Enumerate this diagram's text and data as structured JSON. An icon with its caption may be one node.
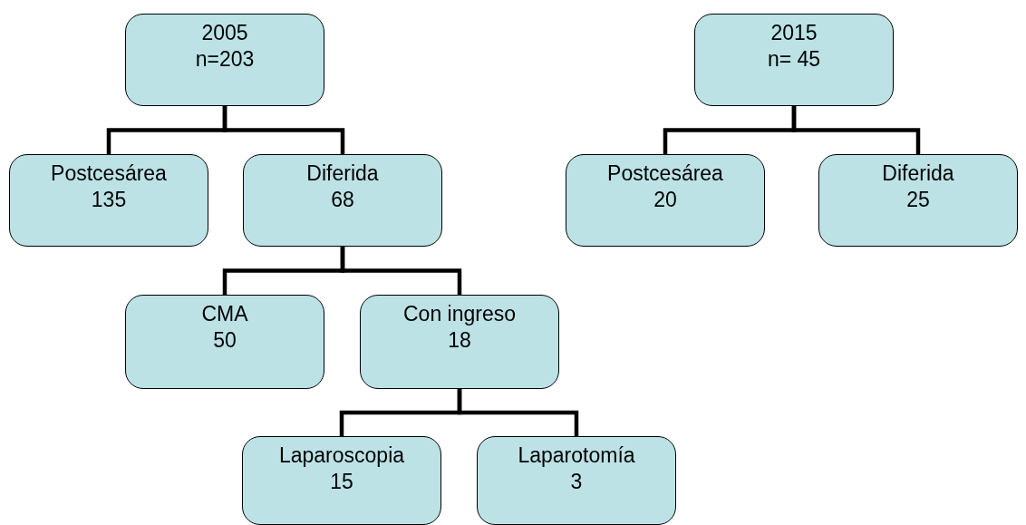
{
  "diagram": {
    "nodes": [
      {
        "text": [
          "2005",
          "n=203"
        ]
      },
      {
        "text": [
          "Postcesárea",
          "135"
        ]
      },
      {
        "text": [
          "Diferida",
          "68"
        ]
      },
      {
        "text": [
          "CMA",
          "50"
        ]
      },
      {
        "text": [
          "Con ingreso",
          "18"
        ]
      },
      {
        "text": [
          "Laparoscopia",
          "15"
        ]
      },
      {
        "text": [
          "Laparotomía",
          "3"
        ]
      },
      {
        "text": [
          "2015",
          "n= 45"
        ]
      },
      {
        "text": [
          "Postcesárea",
          "20"
        ]
      },
      {
        "text": [
          "Diferida",
          "25"
        ]
      }
    ],
    "edges": [
      {
        "from": 0,
        "to": 1,
        "arrow": "none"
      },
      {
        "from": 0,
        "to": 2,
        "arrow": "none"
      },
      {
        "from": 2,
        "to": 3,
        "arrow": "none"
      },
      {
        "from": 2,
        "to": 4,
        "arrow": "none"
      },
      {
        "from": 4,
        "to": 5,
        "arrow": "none"
      },
      {
        "from": 4,
        "to": 6,
        "arrow": "none"
      },
      {
        "from": 7,
        "to": 8,
        "arrow": "none"
      },
      {
        "from": 7,
        "to": 9,
        "arrow": "none"
      }
    ]
  }
}
